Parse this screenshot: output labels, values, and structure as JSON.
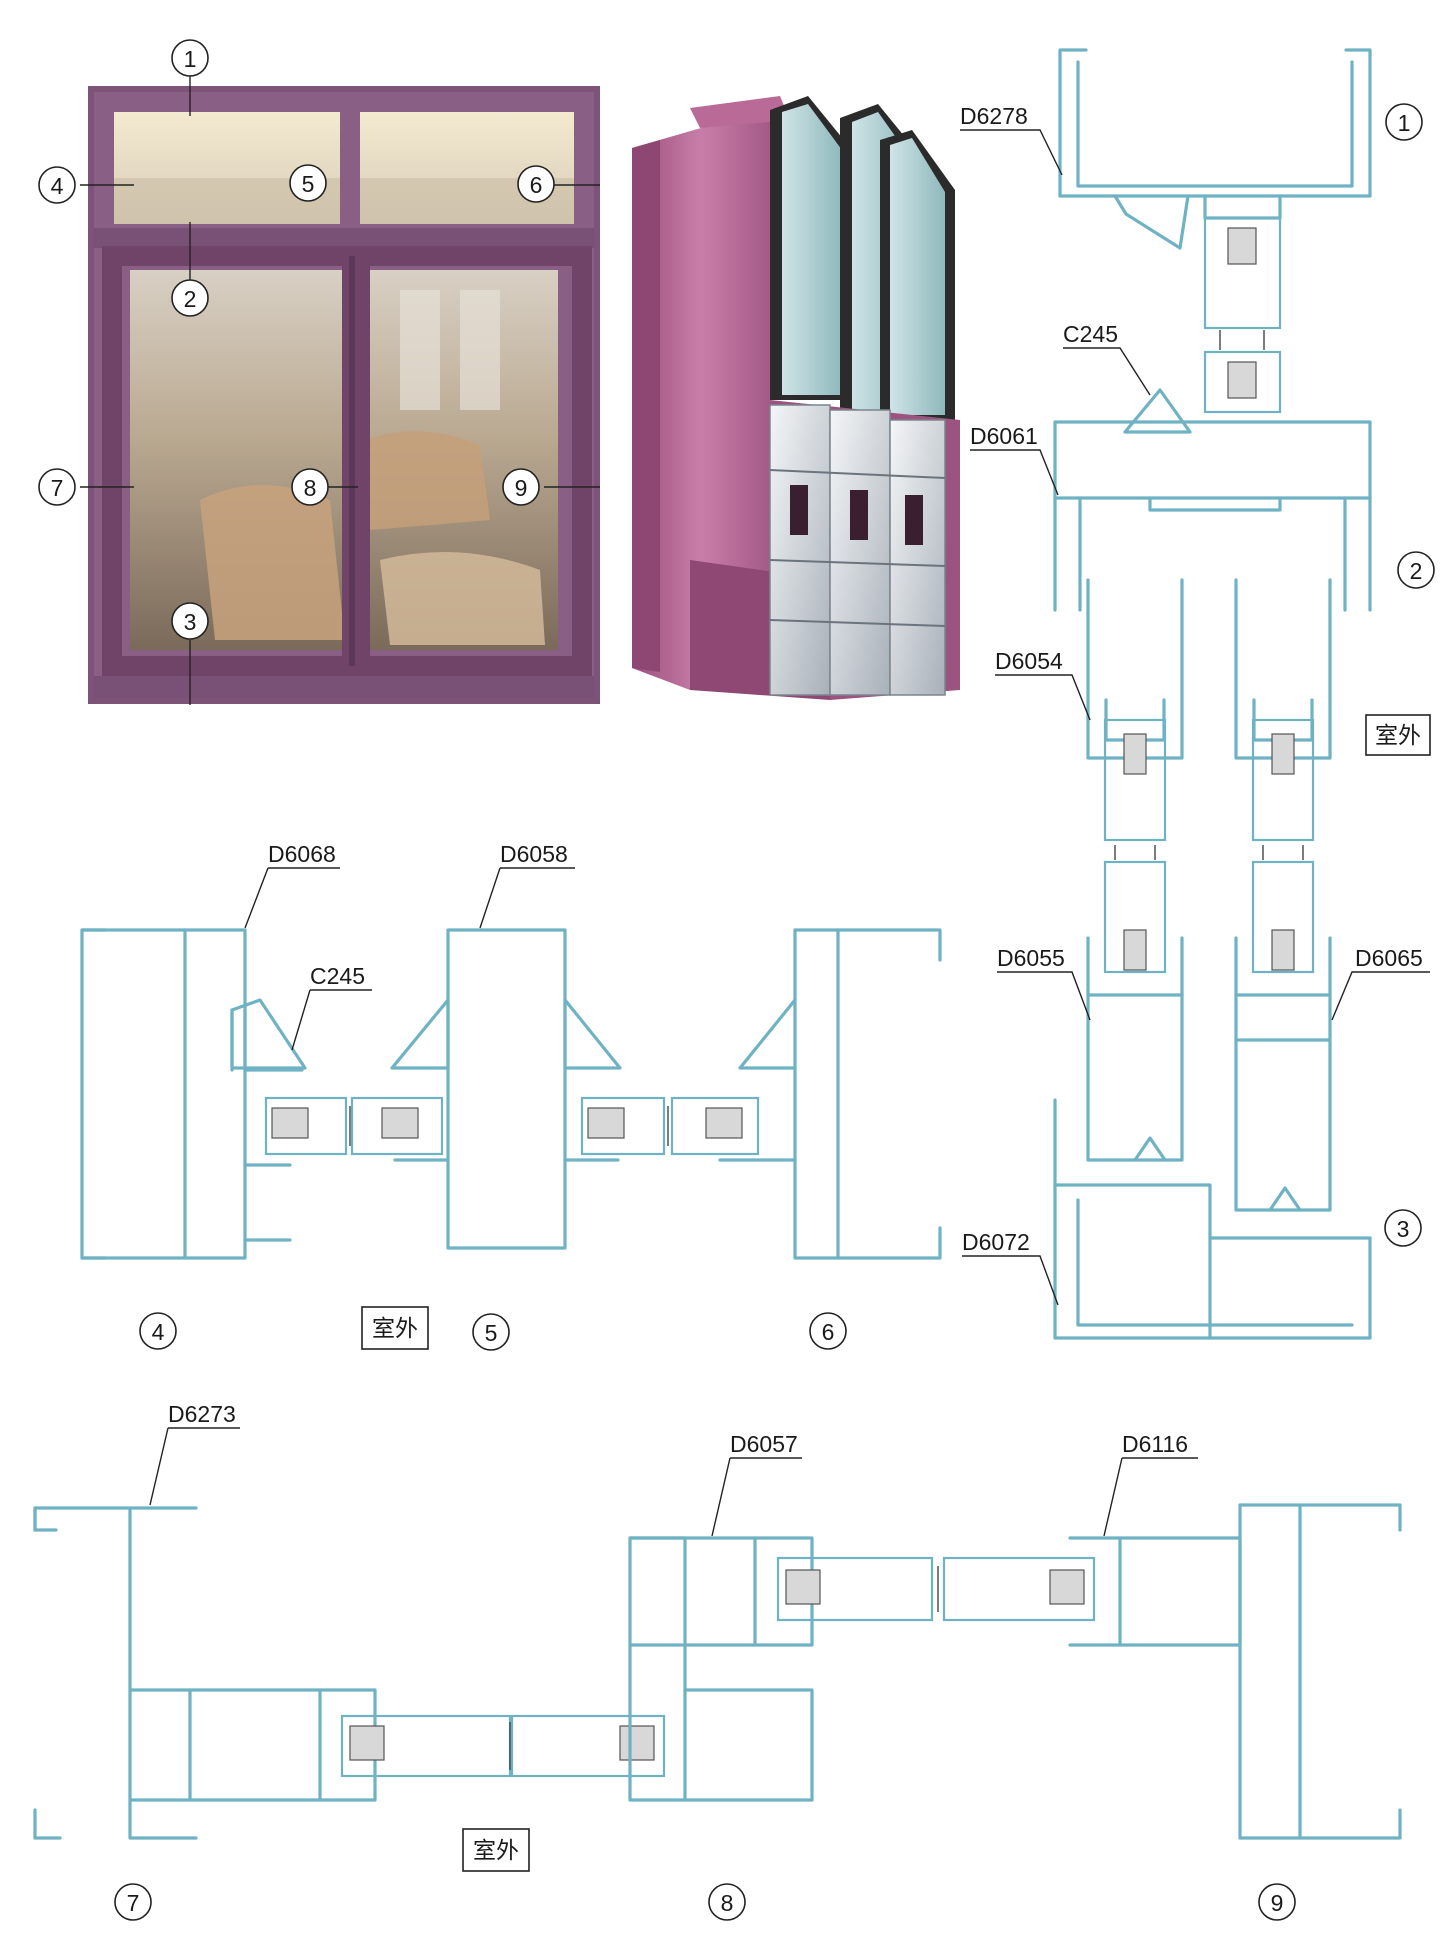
{
  "outdoor_label": "室外",
  "photo_callouts": [
    "1",
    "2",
    "3",
    "4",
    "5",
    "6",
    "7",
    "8",
    "9"
  ],
  "profiles": {
    "d6278": "D6278",
    "c245_top": "C245",
    "d6061": "D6061",
    "d6054": "D6054",
    "d6055": "D6055",
    "d6065": "D6065",
    "d6072": "D6072",
    "d6068": "D6068",
    "c245_mid": "C245",
    "d6058": "D6058",
    "d6273": "D6273",
    "d6057": "D6057",
    "d6116": "D6116"
  },
  "section_numbers": {
    "s1": "1",
    "s2": "2",
    "s3": "3",
    "s4": "4",
    "s5": "5",
    "s6": "6",
    "s7": "7",
    "s8": "8",
    "s9": "9"
  },
  "colors": {
    "frame": "#8a5f86",
    "profile_3d": "#b46a94",
    "aluminum_line": "#6fb2c4"
  }
}
